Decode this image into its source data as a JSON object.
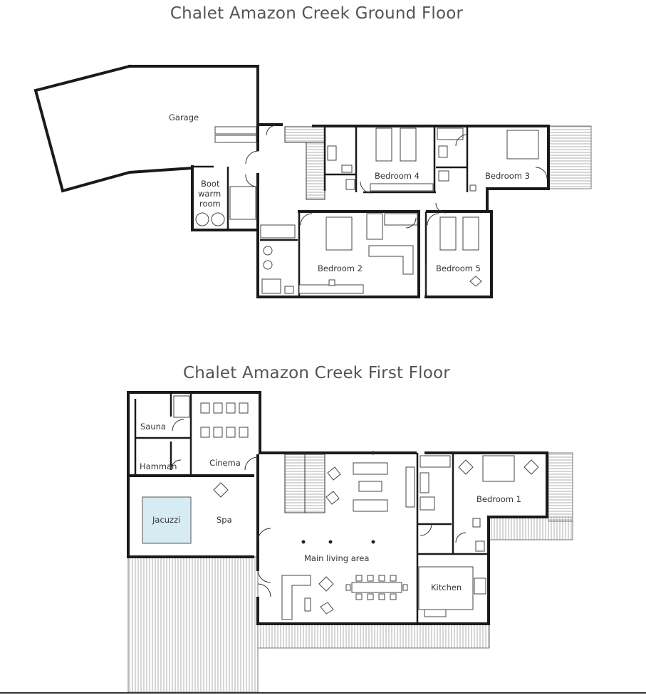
{
  "ground_floor": {
    "title": "Chalet Amazon Creek Ground Floor",
    "rooms": {
      "garage": "Garage",
      "boot_room_line1": "Boot",
      "boot_room_line2": "warm",
      "boot_room_line3": "room",
      "bedroom4": "Bedroom 4",
      "bedroom3": "Bedroom 3",
      "bedroom2": "Bedroom 2",
      "bedroom5": "Bedroom 5"
    }
  },
  "first_floor": {
    "title": "Chalet Amazon Creek First Floor",
    "rooms": {
      "sauna": "Sauna",
      "hamman": "Hamman",
      "cinema": "Cinema",
      "jacuzzi": "Jacuzzi",
      "spa": "Spa",
      "main_living": "Main living area",
      "kitchen": "Kitchen",
      "bedroom1": "Bedroom 1"
    }
  },
  "colors": {
    "wall": "#1a1a1a",
    "jacuzzi": "#d6ebf2",
    "title": "#545454"
  }
}
